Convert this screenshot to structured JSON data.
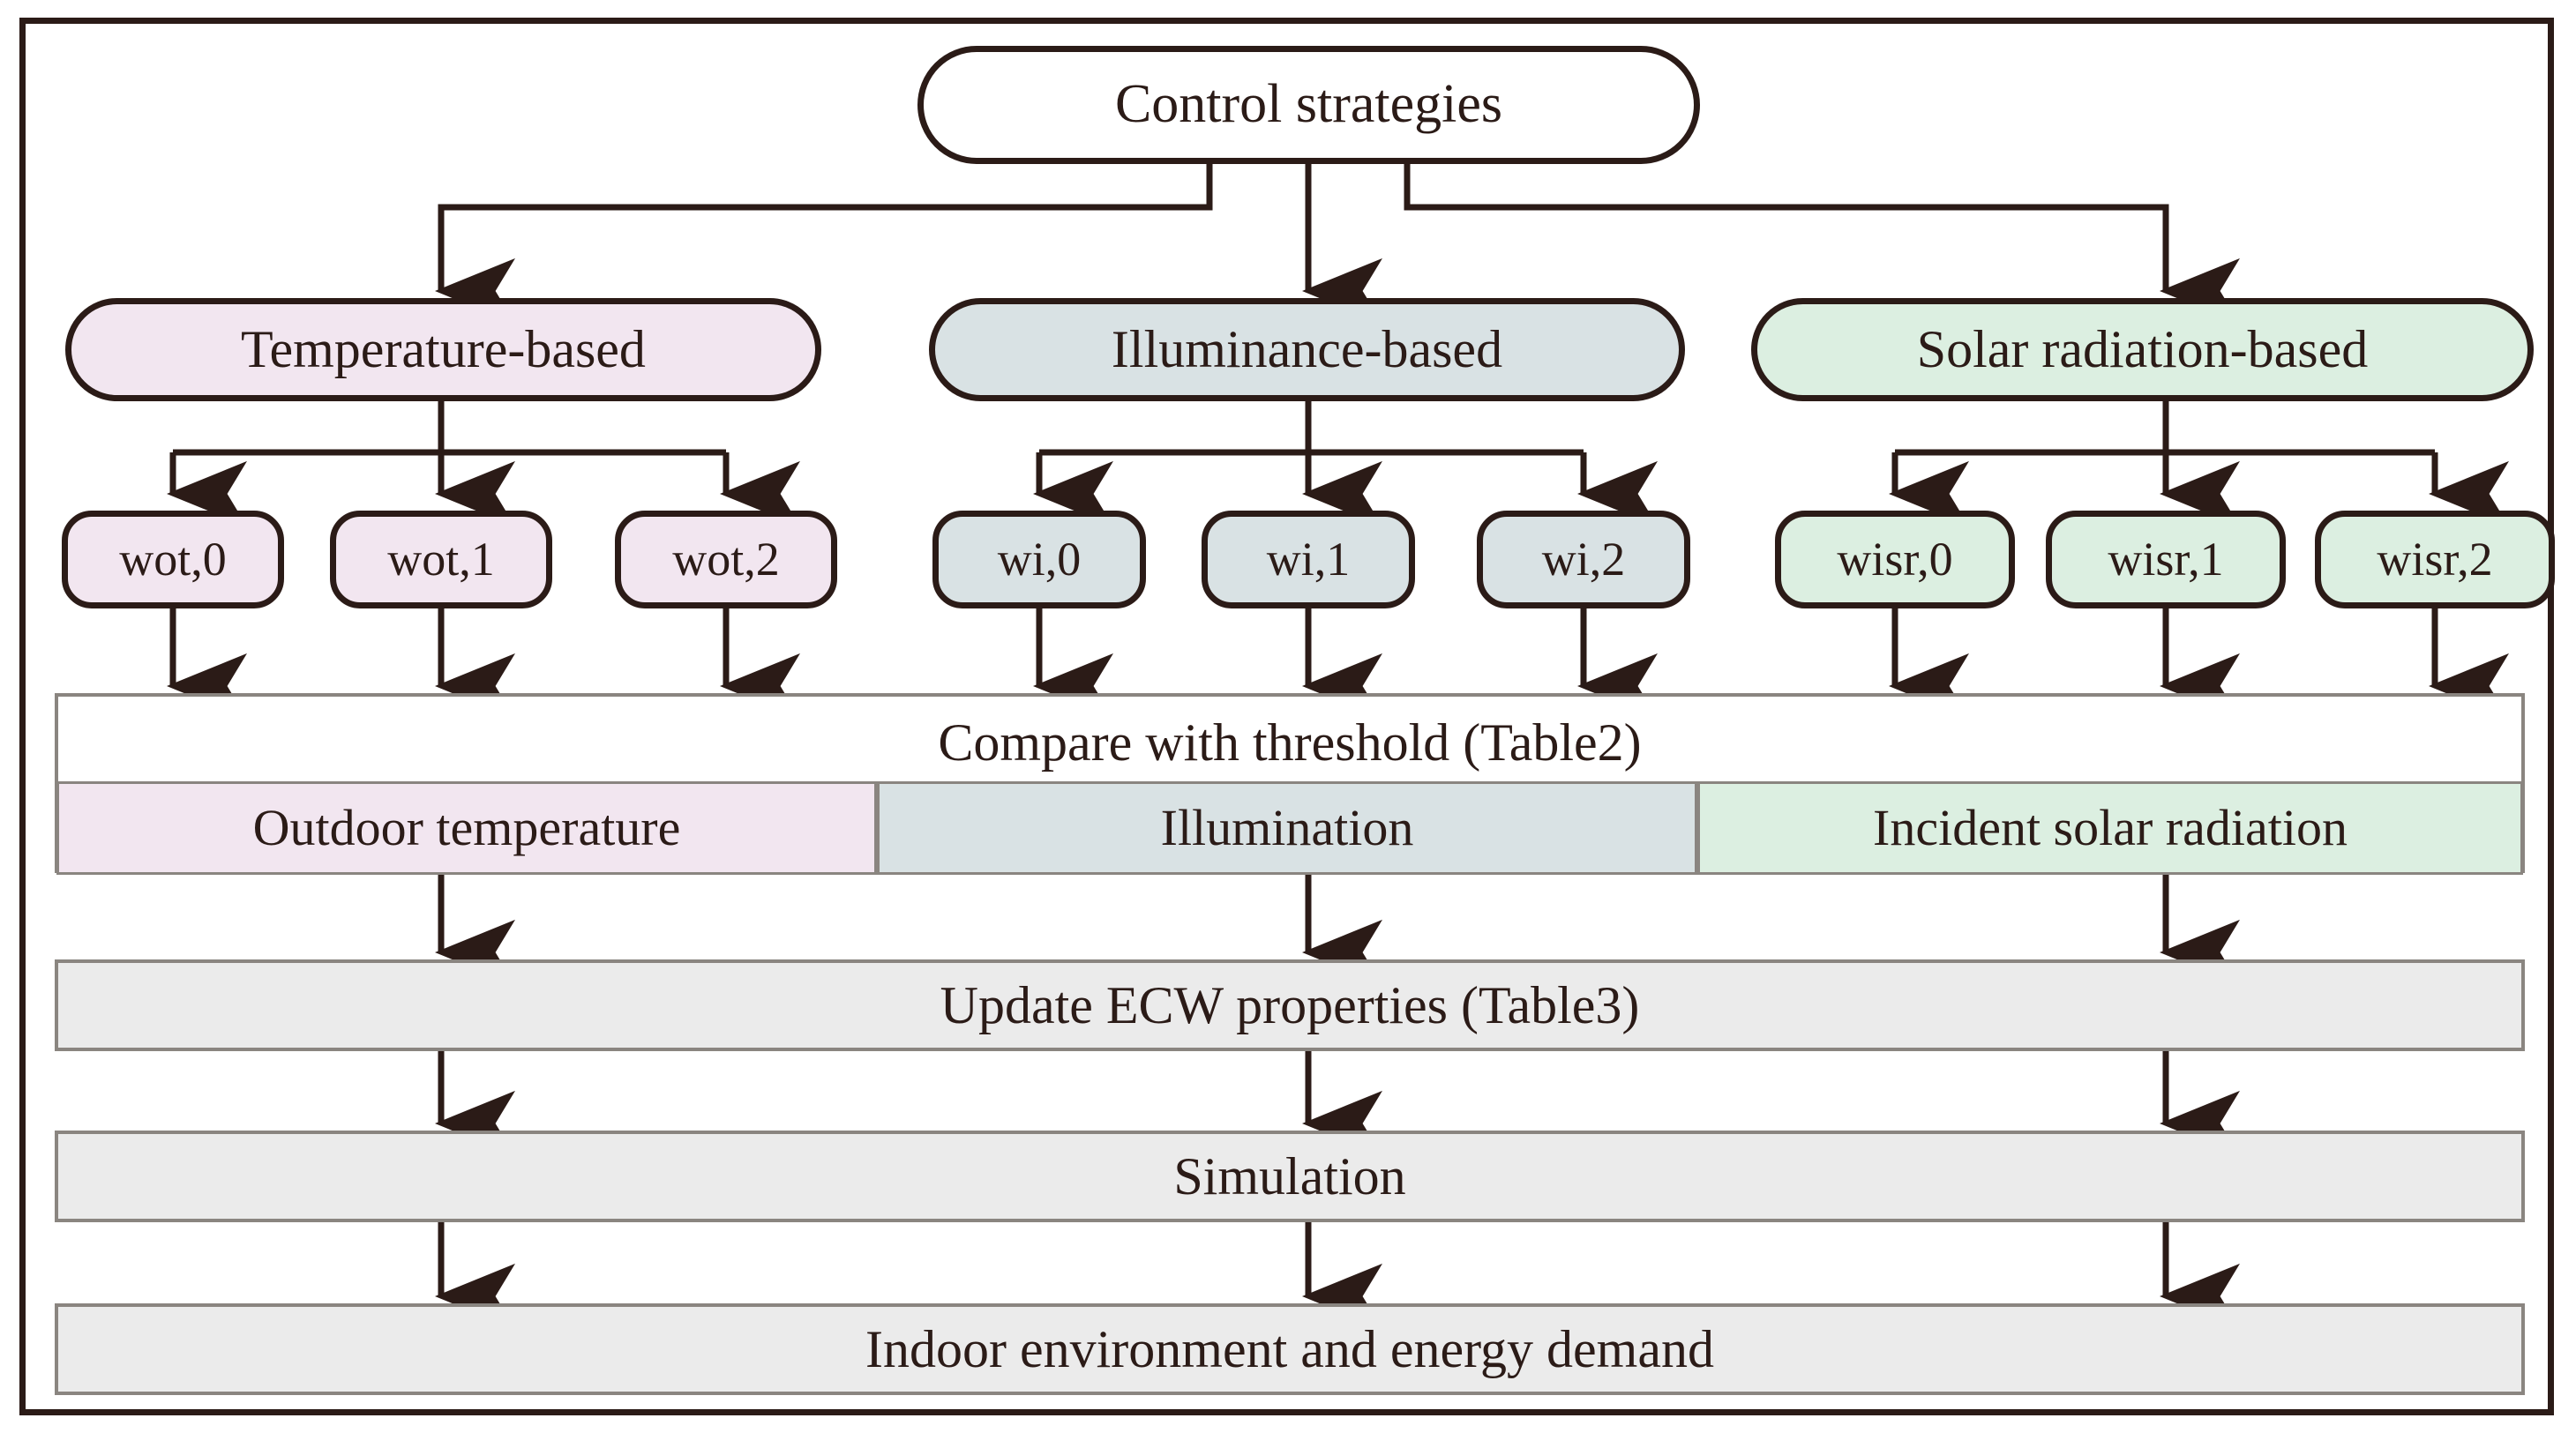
{
  "diagram": {
    "title_node": {
      "label": "Control strategies"
    },
    "categories": [
      {
        "label": "Temperature-based",
        "color": "#f2e6f0"
      },
      {
        "label": "Illuminance-based",
        "color": "#d9e2e4"
      },
      {
        "label": "Solar radiation-based",
        "color": "#dcefe1"
      }
    ],
    "leaves": [
      {
        "label": "wot,0",
        "color": "#f2e6f0"
      },
      {
        "label": "wot,1",
        "color": "#f2e6f0"
      },
      {
        "label": "wot,2",
        "color": "#f2e6f0"
      },
      {
        "label": "wi,0",
        "color": "#d9e2e4"
      },
      {
        "label": "wi,1",
        "color": "#d9e2e4"
      },
      {
        "label": "wi,2",
        "color": "#d9e2e4"
      },
      {
        "label": "wisr,0",
        "color": "#dcefe1"
      },
      {
        "label": "wisr,1",
        "color": "#dcefe1"
      },
      {
        "label": "wisr,2",
        "color": "#dcefe1"
      }
    ],
    "compare": {
      "label": "Compare with threshold (Table2)",
      "cells": [
        {
          "label": "Outdoor temperature",
          "color": "#f2e6f0"
        },
        {
          "label": "Illumination",
          "color": "#d9e2e4"
        },
        {
          "label": "Incident solar radiation",
          "color": "#dcefe1"
        }
      ]
    },
    "process": [
      {
        "label": "Update ECW properties (Table3)"
      },
      {
        "label": "Simulation"
      },
      {
        "label": "Indoor environment and energy demand"
      }
    ],
    "colors": {
      "stroke": "#2b1b17",
      "gray_fill": "#ebebeb",
      "gray_border": "#8a8580",
      "pink": "#f2e6f0",
      "blue_gray": "#d9e2e4",
      "mint": "#dcefe1",
      "white": "#ffffff"
    }
  }
}
